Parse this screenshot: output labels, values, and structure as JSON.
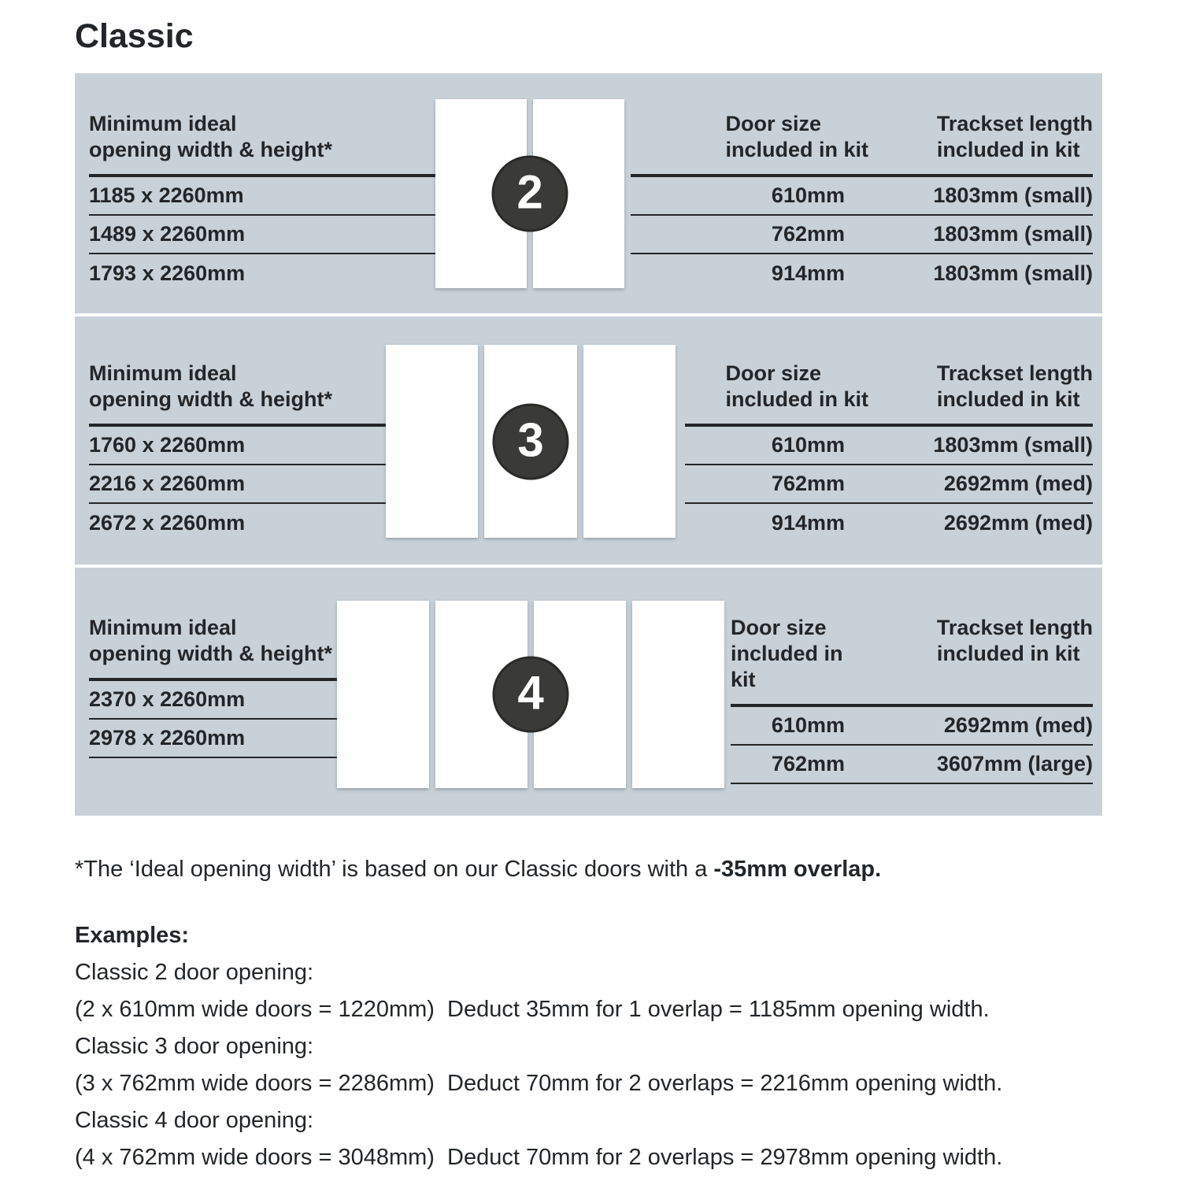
{
  "title": "Classic",
  "table": {
    "opening_header": [
      "Minimum ideal",
      "opening width & height*"
    ],
    "door_header": [
      "Door size",
      "included in kit"
    ],
    "trackset_header": [
      "Trackset length",
      "included in kit"
    ],
    "sections": [
      {
        "doors": 2,
        "rule_under_last_row": false,
        "rows": [
          {
            "opening": "1185 x 2260mm",
            "door_size": "610mm",
            "trackset": "1803mm (small)"
          },
          {
            "opening": "1489 x 2260mm",
            "door_size": "762mm",
            "trackset": "1803mm (small)"
          },
          {
            "opening": "1793 x 2260mm",
            "door_size": "914mm",
            "trackset": "1803mm (small)"
          }
        ]
      },
      {
        "doors": 3,
        "rule_under_last_row": false,
        "rows": [
          {
            "opening": "1760 x 2260mm",
            "door_size": "610mm",
            "trackset": "1803mm (small)"
          },
          {
            "opening": "2216 x 2260mm",
            "door_size": "762mm",
            "trackset": "2692mm (med)"
          },
          {
            "opening": "2672 x 2260mm",
            "door_size": "914mm",
            "trackset": "2692mm (med)"
          }
        ]
      },
      {
        "doors": 4,
        "rule_under_last_row": true,
        "rows": [
          {
            "opening": "2370 x 2260mm",
            "door_size": "610mm",
            "trackset": "2692mm (med)"
          },
          {
            "opening": "2978 x 2260mm",
            "door_size": "762mm",
            "trackset": "3607mm (large)"
          }
        ]
      }
    ]
  },
  "footnote": {
    "text": "*The ‘Ideal opening width’ is based on our Classic doors with a ",
    "bold": "-35mm overlap."
  },
  "examples": {
    "title": "Examples:",
    "items": [
      {
        "heading": "Classic 2 door opening:",
        "calculation": "(2 x 610mm wide doors = 1220mm)  Deduct 35mm for 1 overlap = 1185mm opening width."
      },
      {
        "heading": "Classic 3 door opening:",
        "calculation": "(3 x 762mm wide doors = 2286mm)  Deduct 70mm for 2 overlaps = 2216mm opening width."
      },
      {
        "heading": "Classic 4 door opening:",
        "calculation": "(4 x 762mm wide doors = 3048mm)  Deduct 70mm for 2 overlaps = 2978mm opening width."
      }
    ]
  },
  "colors": {
    "panel_bg": "#c8d1d8",
    "text": "#232629",
    "badge_bg": "#3a3a38",
    "badge_text": "#ffffff",
    "door_fill": "#ffffff"
  }
}
